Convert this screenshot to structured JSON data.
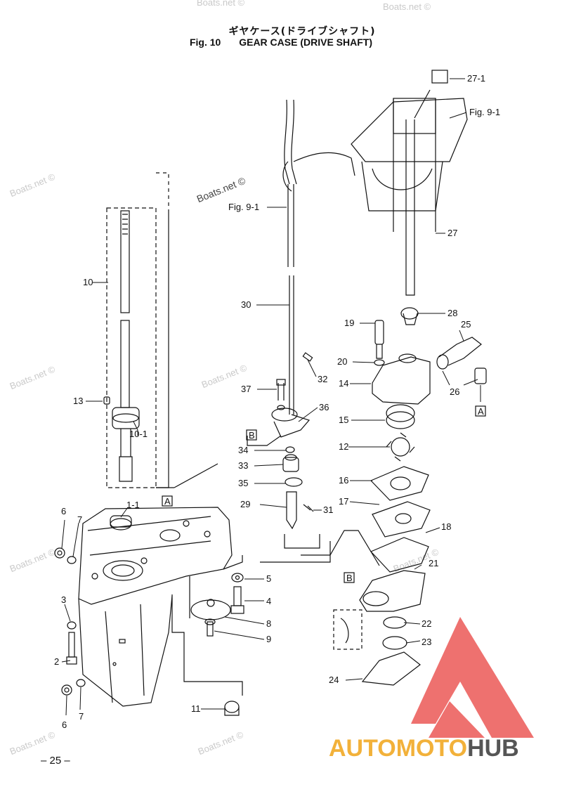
{
  "title": {
    "japanese": "ギヤケース(ドライブシャフト)",
    "figure": "Fig. 10",
    "english": "GEAR CASE (DRIVE SHAFT)"
  },
  "page_number": "– 25 –",
  "watermark": "Boats.net ©",
  "logo": {
    "part1": "AUTOMOTO",
    "part2": "HUB"
  },
  "ref_labels": {
    "fig91": "Fig. 9-1",
    "boxA": "A",
    "boxB": "B"
  },
  "callouts": {
    "c10": "10",
    "c13": "13",
    "c101": "10-1",
    "c11a": "1-1",
    "c6a": "6",
    "c7a": "7",
    "c3": "3",
    "c2": "2",
    "c6b": "6",
    "c7b": "7",
    "c5": "5",
    "c4": "4",
    "c8": "8",
    "c9": "9",
    "c11": "11",
    "c30": "30",
    "c32": "32",
    "c37": "37",
    "c36": "36",
    "c34": "34",
    "c33": "33",
    "c35": "35",
    "c29": "29",
    "c31": "31",
    "c271": "27-1",
    "c27": "27",
    "c19": "19",
    "c28": "28",
    "c25": "25",
    "c20": "20",
    "c14": "14",
    "c26": "26",
    "c15": "15",
    "c12": "12",
    "c16": "16",
    "c17": "17",
    "c18": "18",
    "c21": "21",
    "c22": "22",
    "c23": "23",
    "c24": "24"
  },
  "colors": {
    "line": "#111111",
    "logo_red": "#e8423f",
    "logo_orange": "#f2b13a",
    "logo_gray": "#555555"
  }
}
